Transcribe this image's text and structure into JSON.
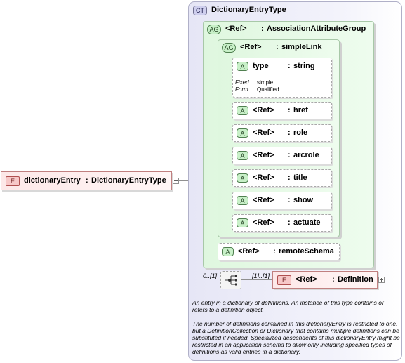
{
  "root_element": {
    "badge": "E",
    "name": "dictionaryEntry",
    "sep": ":",
    "type": "DictionaryEntryType"
  },
  "complex_type": {
    "badge": "CT",
    "name": "DictionaryEntryType"
  },
  "outer_group": {
    "badge": "AG",
    "ref": "<Ref>",
    "sep": ":",
    "name": "AssociationAttributeGroup"
  },
  "inner_group": {
    "badge": "AG",
    "ref": "<Ref>",
    "sep": ":",
    "name": "simpleLink"
  },
  "type_attr": {
    "badge": "A",
    "name": "type",
    "sep": ":",
    "type": "string",
    "fixed_label": "Fixed",
    "fixed_value": "simple",
    "form_label": "Form",
    "form_value": "Qualified"
  },
  "link_attrs": [
    {
      "badge": "A",
      "ref": "<Ref>",
      "sep": ":",
      "name": "href"
    },
    {
      "badge": "A",
      "ref": "<Ref>",
      "sep": ":",
      "name": "role"
    },
    {
      "badge": "A",
      "ref": "<Ref>",
      "sep": ":",
      "name": "arcrole"
    },
    {
      "badge": "A",
      "ref": "<Ref>",
      "sep": ":",
      "name": "title"
    },
    {
      "badge": "A",
      "ref": "<Ref>",
      "sep": ":",
      "name": "show"
    },
    {
      "badge": "A",
      "ref": "<Ref>",
      "sep": ":",
      "name": "actuate"
    }
  ],
  "remote_schema": {
    "badge": "A",
    "ref": "<Ref>",
    "sep": ":",
    "name": "remoteSchema"
  },
  "choice": {
    "occurs": "0..[1]",
    "child_occurs": "[1]..[1]"
  },
  "definition_element": {
    "badge": "E",
    "ref": "<Ref>",
    "sep": ":",
    "name": "Definition"
  },
  "documentation": {
    "para1": "An entry in a dictionary of definitions. An instance of this type contains or refers to a definition object.",
    "para2": "The number of definitions contained in this dictionaryEntry is restricted to one, but a DefinitionCollection or Dictionary that contains multiple definitions can be substituted if needed. Specialized descendents of this dictionaryEntry might be restricted in an application schema to allow only including specified types of definitions as valid entries in a dictionary."
  }
}
